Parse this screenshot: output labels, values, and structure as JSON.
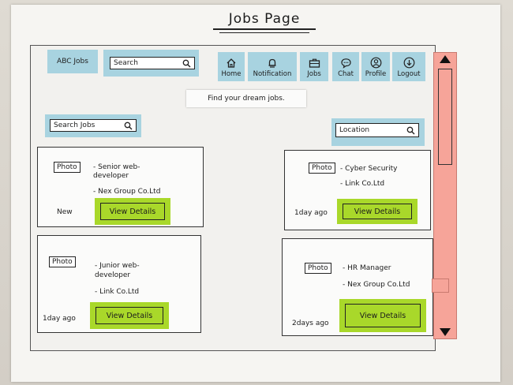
{
  "page": {
    "title": "Jobs Page"
  },
  "header": {
    "logo": "ABC Jobs",
    "search_placeholder": "Search",
    "nav": [
      {
        "label": "Home",
        "icon": "home-icon"
      },
      {
        "label": "Notification",
        "icon": "bell-icon"
      },
      {
        "label": "Jobs",
        "icon": "briefcase-icon"
      },
      {
        "label": "Chat",
        "icon": "chat-icon"
      },
      {
        "label": "Profile",
        "icon": "profile-icon"
      },
      {
        "label": "Logout",
        "icon": "logout-icon"
      }
    ]
  },
  "tagline": "Find your dream jobs.",
  "filters": {
    "search_jobs_placeholder": "Search Jobs",
    "location_placeholder": "Location"
  },
  "jobs": [
    {
      "photo": "Photo",
      "title": "- Senior web-developer",
      "company": "- Nex Group Co.Ltd",
      "posted": "New",
      "button": "View Details"
    },
    {
      "photo": "Photo",
      "title": "- Cyber Security",
      "company": "- Link Co.Ltd",
      "posted": "1day ago",
      "button": "View Details"
    },
    {
      "photo": "Photo",
      "title": "- Junior web-developer",
      "company": "- Link Co.Ltd",
      "posted": "1day ago",
      "button": "View Details"
    },
    {
      "photo": "Photo",
      "title": "- HR Manager",
      "company": "- Nex Group Co.Ltd",
      "posted": "2days ago",
      "button": "View Details"
    }
  ],
  "colors": {
    "sticky_blue": "#a8d3e0",
    "button_green": "#a9d82a",
    "scrollbar_pink": "#f6a499"
  }
}
